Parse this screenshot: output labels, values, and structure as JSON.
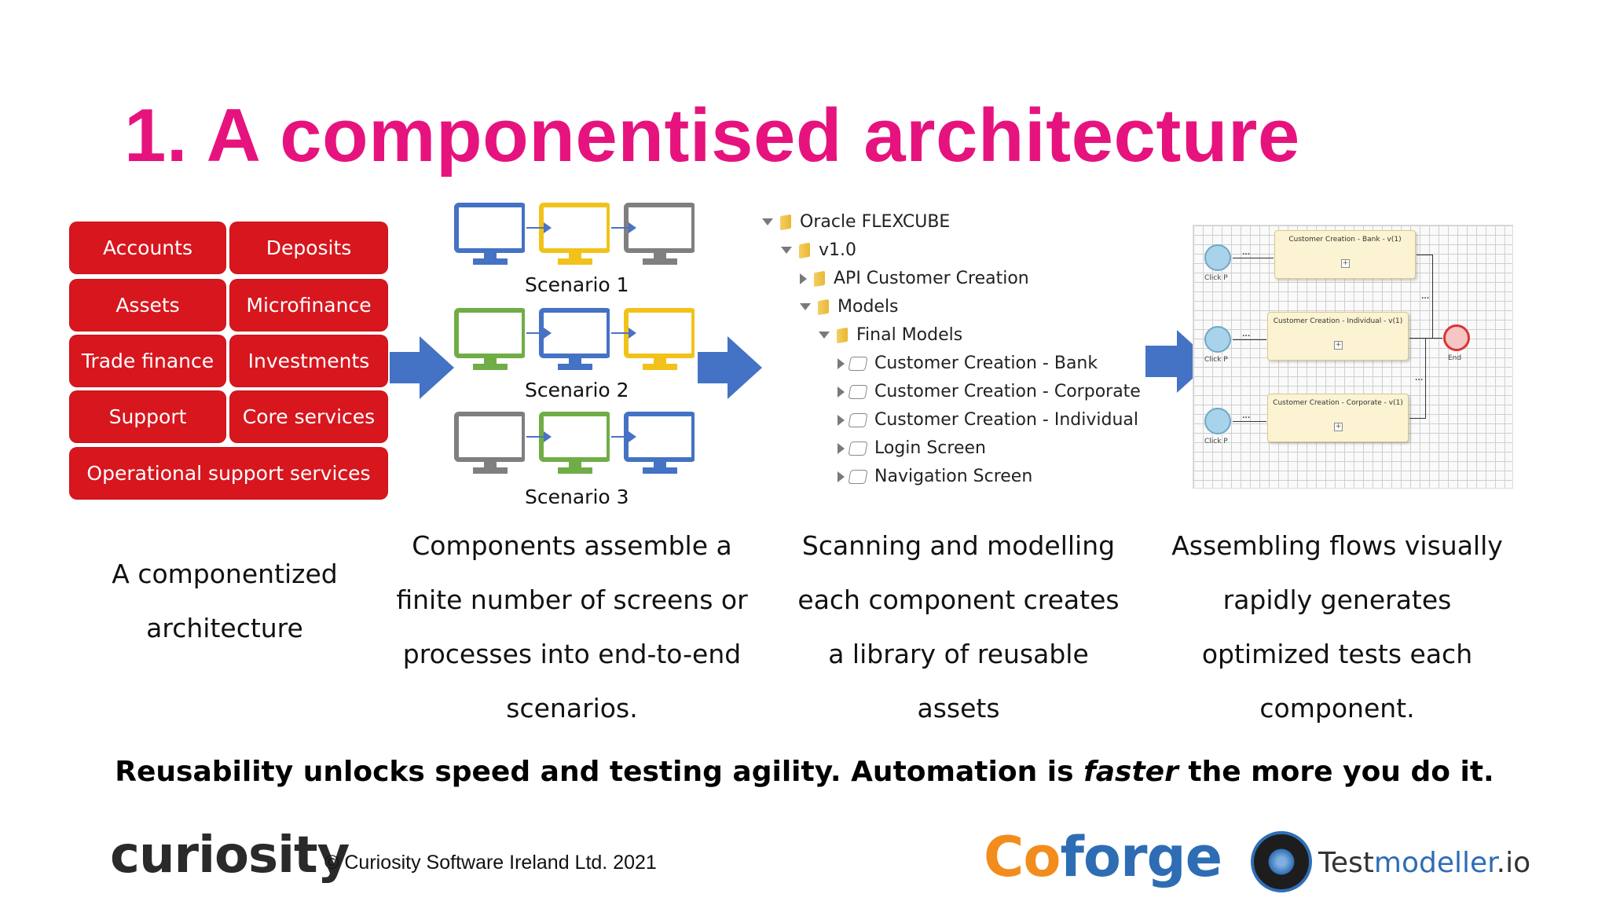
{
  "slide": {
    "title": "1. A componentised architecture"
  },
  "components": {
    "cells": [
      "Accounts",
      "Deposits",
      "Assets",
      "Microfinance",
      "Trade finance",
      "Investments",
      "Support",
      "Core services",
      "Operational support services"
    ],
    "color": "#d7161e"
  },
  "scenarios": [
    {
      "label": "Scenario 1",
      "monitors": [
        "blue",
        "yellow",
        "gray"
      ]
    },
    {
      "label": "Scenario 2",
      "monitors": [
        "green",
        "blue",
        "yellow"
      ]
    },
    {
      "label": "Scenario 3",
      "monitors": [
        "gray",
        "green",
        "blue"
      ]
    }
  ],
  "monitor_colors": {
    "blue": "#4472c4",
    "yellow": "#f2c21b",
    "gray": "#7f7f7f",
    "green": "#70ad47"
  },
  "tree": [
    {
      "level": 0,
      "kind": "folder",
      "expanded": true,
      "label": "Oracle FLEXCUBE"
    },
    {
      "level": 1,
      "kind": "folder",
      "expanded": true,
      "label": "v1.0"
    },
    {
      "level": 2,
      "kind": "folder",
      "expanded": false,
      "label": "API Customer Creation"
    },
    {
      "level": 2,
      "kind": "folder",
      "expanded": true,
      "label": "Models"
    },
    {
      "level": 3,
      "kind": "folder",
      "expanded": true,
      "label": "Final Models"
    },
    {
      "level": 4,
      "kind": "model",
      "expanded": false,
      "label": "Customer Creation - Bank"
    },
    {
      "level": 4,
      "kind": "model",
      "expanded": false,
      "label": "Customer Creation - Corporate"
    },
    {
      "level": 4,
      "kind": "model",
      "expanded": false,
      "label": "Customer Creation - Individual"
    },
    {
      "level": 4,
      "kind": "model",
      "expanded": false,
      "label": "Login Screen"
    },
    {
      "level": 4,
      "kind": "model",
      "expanded": false,
      "label": "Navigation Screen"
    }
  ],
  "flow": {
    "boxes": [
      "Customer Creation - Bank - v(1)",
      "Customer Creation - Individual - v(1)",
      "Customer Creation - Corporate - v(1)"
    ],
    "start_label": "Click P",
    "end_label": "End",
    "dots": "...",
    "plus": "+"
  },
  "captions": {
    "c1": [
      "A componentized",
      "architecture"
    ],
    "c2": [
      "Components assemble a",
      "finite number of screens or",
      "processes into end-to-end",
      "scenarios."
    ],
    "c3": [
      "Scanning and modelling",
      "each component creates",
      "a library of reusable",
      "assets"
    ],
    "c4": [
      "Assembling flows visually",
      "rapidly generates",
      "optimized tests each",
      "component."
    ]
  },
  "tagline": {
    "before": "Reusability unlocks speed and testing agility. Automation is ",
    "emph": "faster",
    "after": " the more you do it."
  },
  "footer": {
    "curiosity_logo": "curiosity",
    "copyright": "© Curiosity Software Ireland Ltd. 2021",
    "coforge": {
      "c": "C",
      "o": "o",
      "rest": "forge"
    },
    "testmodeller": {
      "a": "Test",
      "b": "modeller",
      "c": ".io"
    }
  },
  "colors": {
    "title": "#e6137e",
    "arrow_blue": "#4472c4",
    "coforge_orange": "#f28c1c",
    "coforge_blue": "#2e6db4"
  }
}
